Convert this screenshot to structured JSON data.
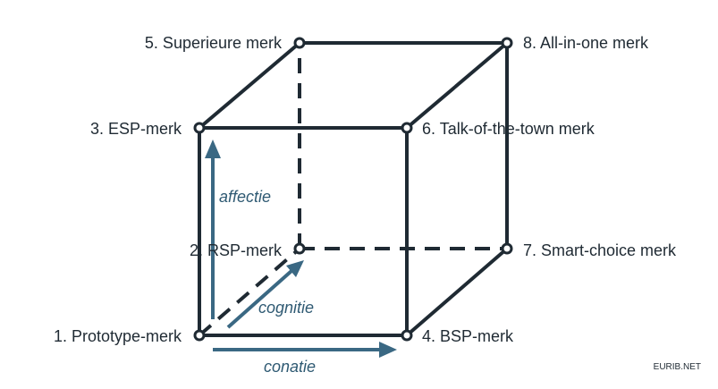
{
  "nodes": [
    {
      "id": 1,
      "label": "1. Prototype-merk"
    },
    {
      "id": 2,
      "label": "2. RSP-merk"
    },
    {
      "id": 3,
      "label": "3. ESP-merk"
    },
    {
      "id": 4,
      "label": "4. BSP-merk"
    },
    {
      "id": 5,
      "label": "5. Superieure merk"
    },
    {
      "id": 6,
      "label": "6. Talk-of-the-town merk"
    },
    {
      "id": 7,
      "label": "7. Smart-choice merk"
    },
    {
      "id": 8,
      "label": "8. All-in-one merk"
    }
  ],
  "axes": {
    "affectie": "affectie",
    "cognitie": "cognitie",
    "conatie": "conatie"
  },
  "credit": "EURIB.NET",
  "colors": {
    "edge": "#1f2a33",
    "arrow": "#3a6883",
    "axis_text": "#2f5a73"
  }
}
